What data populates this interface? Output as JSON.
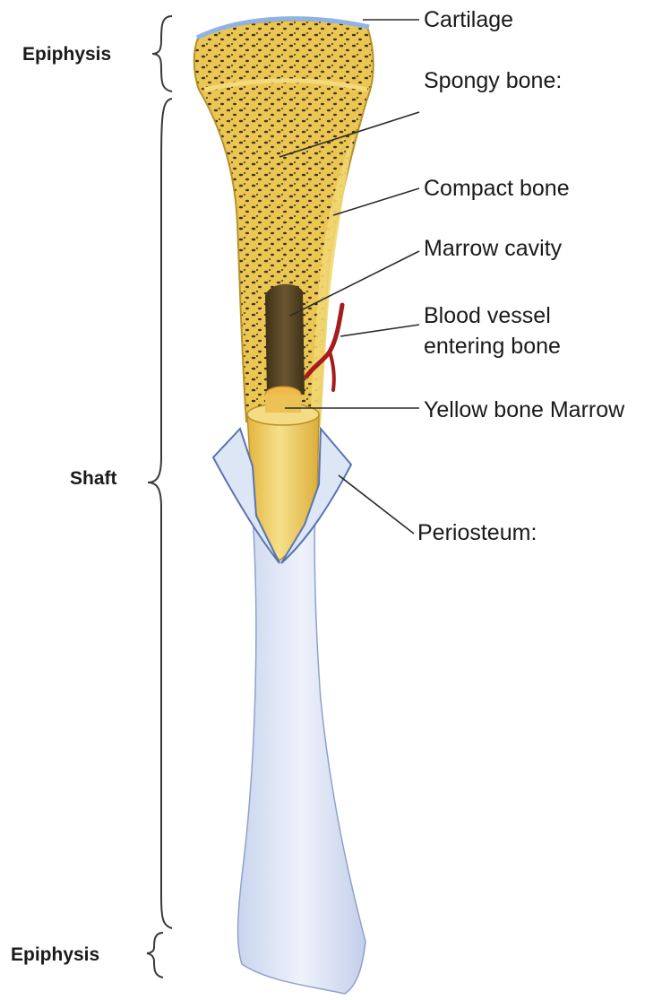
{
  "labels": {
    "cartilage": "Cartilage",
    "spongy_bone": "Spongy bone:",
    "compact_bone": "Compact bone",
    "marrow_cavity": "Marrow cavity",
    "blood_vessel_line1": "Blood vessel",
    "blood_vessel_line2": "entering bone",
    "yellow_marrow": "Yellow bone Marrow",
    "periosteum": "Periosteum:"
  },
  "regions": {
    "epiphysis_top": "Epiphysis",
    "shaft": "Shaft",
    "epiphysis_bottom": "Epiphysis"
  },
  "colors": {
    "bone_yellow": "#f0d060",
    "bone_yellow_dark": "#c9a233",
    "spongy_dots": "#3b3320",
    "marrow_cavity": "#5a4a28",
    "blood_vessel": "#a61c1c",
    "periosteum_blue": "#dde6f5",
    "periosteum_edge": "#5a74b0",
    "cartilage_blue": "#8fb3e6"
  }
}
